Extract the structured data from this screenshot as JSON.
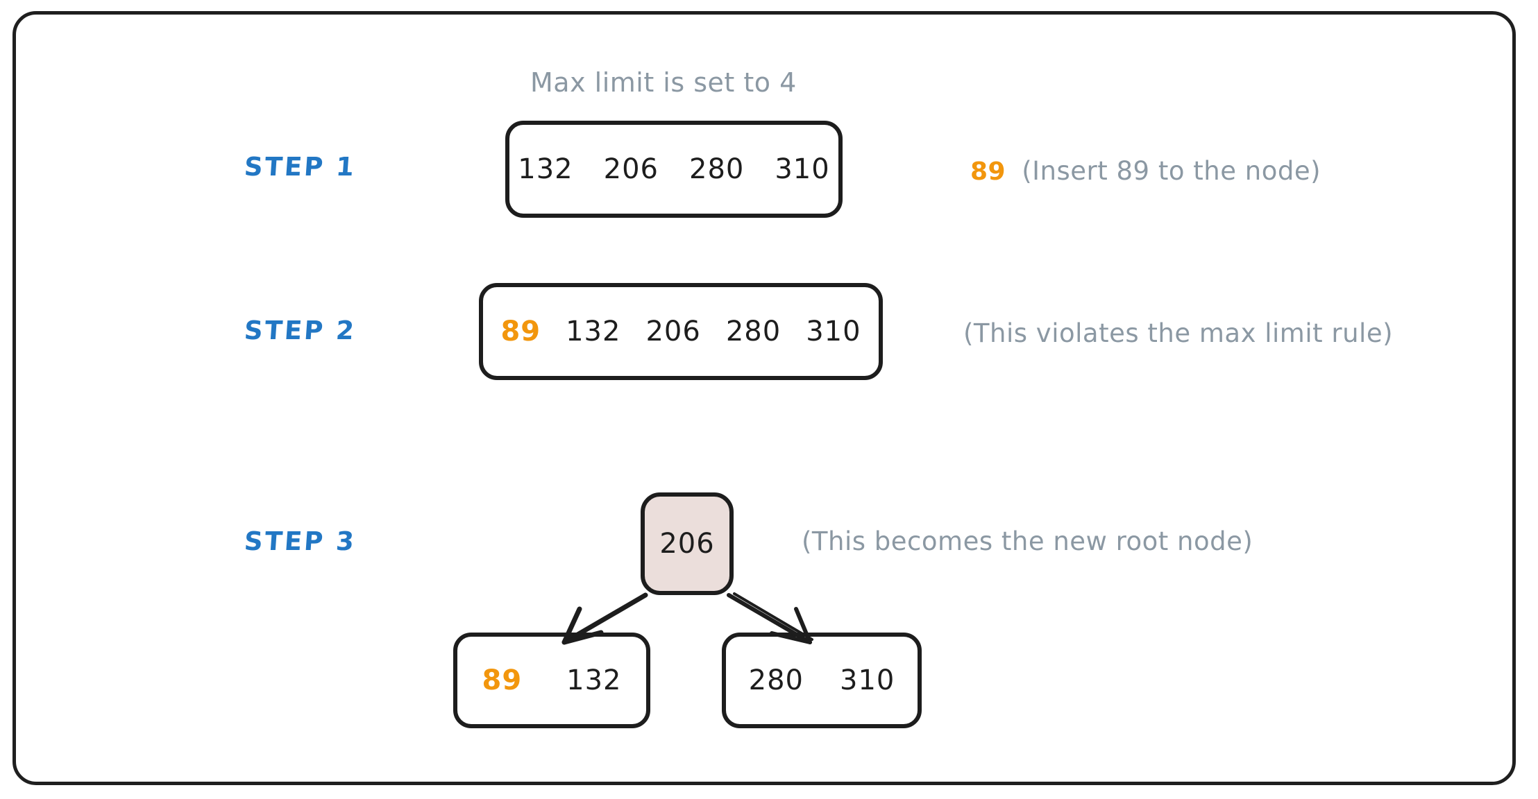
{
  "diagram": {
    "title_note": "Max limit is set to 4",
    "accent_colors": {
      "step_label": "#2277c4",
      "annotation": "#8b98a3",
      "new_key": "#f2960d",
      "root_fill": "#ebdedb",
      "stroke": "#1d1d1d"
    },
    "steps": [
      {
        "label": "STEP 1",
        "node_keys": [
          "132",
          "206",
          "280",
          "310"
        ],
        "annotation_key": "89",
        "annotation": "(Insert 89 to the node)"
      },
      {
        "label": "STEP 2",
        "node_keys": [
          "89",
          "132",
          "206",
          "280",
          "310"
        ],
        "annotation_key": "",
        "annotation": "(This violates the max limit rule)"
      },
      {
        "label": "STEP 3",
        "annotation_key": "",
        "annotation": "(This becomes the new root node)",
        "tree": {
          "root_keys": [
            "206"
          ],
          "left_child_keys": [
            "89",
            "132"
          ],
          "right_child_keys": [
            "280",
            "310"
          ]
        }
      }
    ]
  }
}
